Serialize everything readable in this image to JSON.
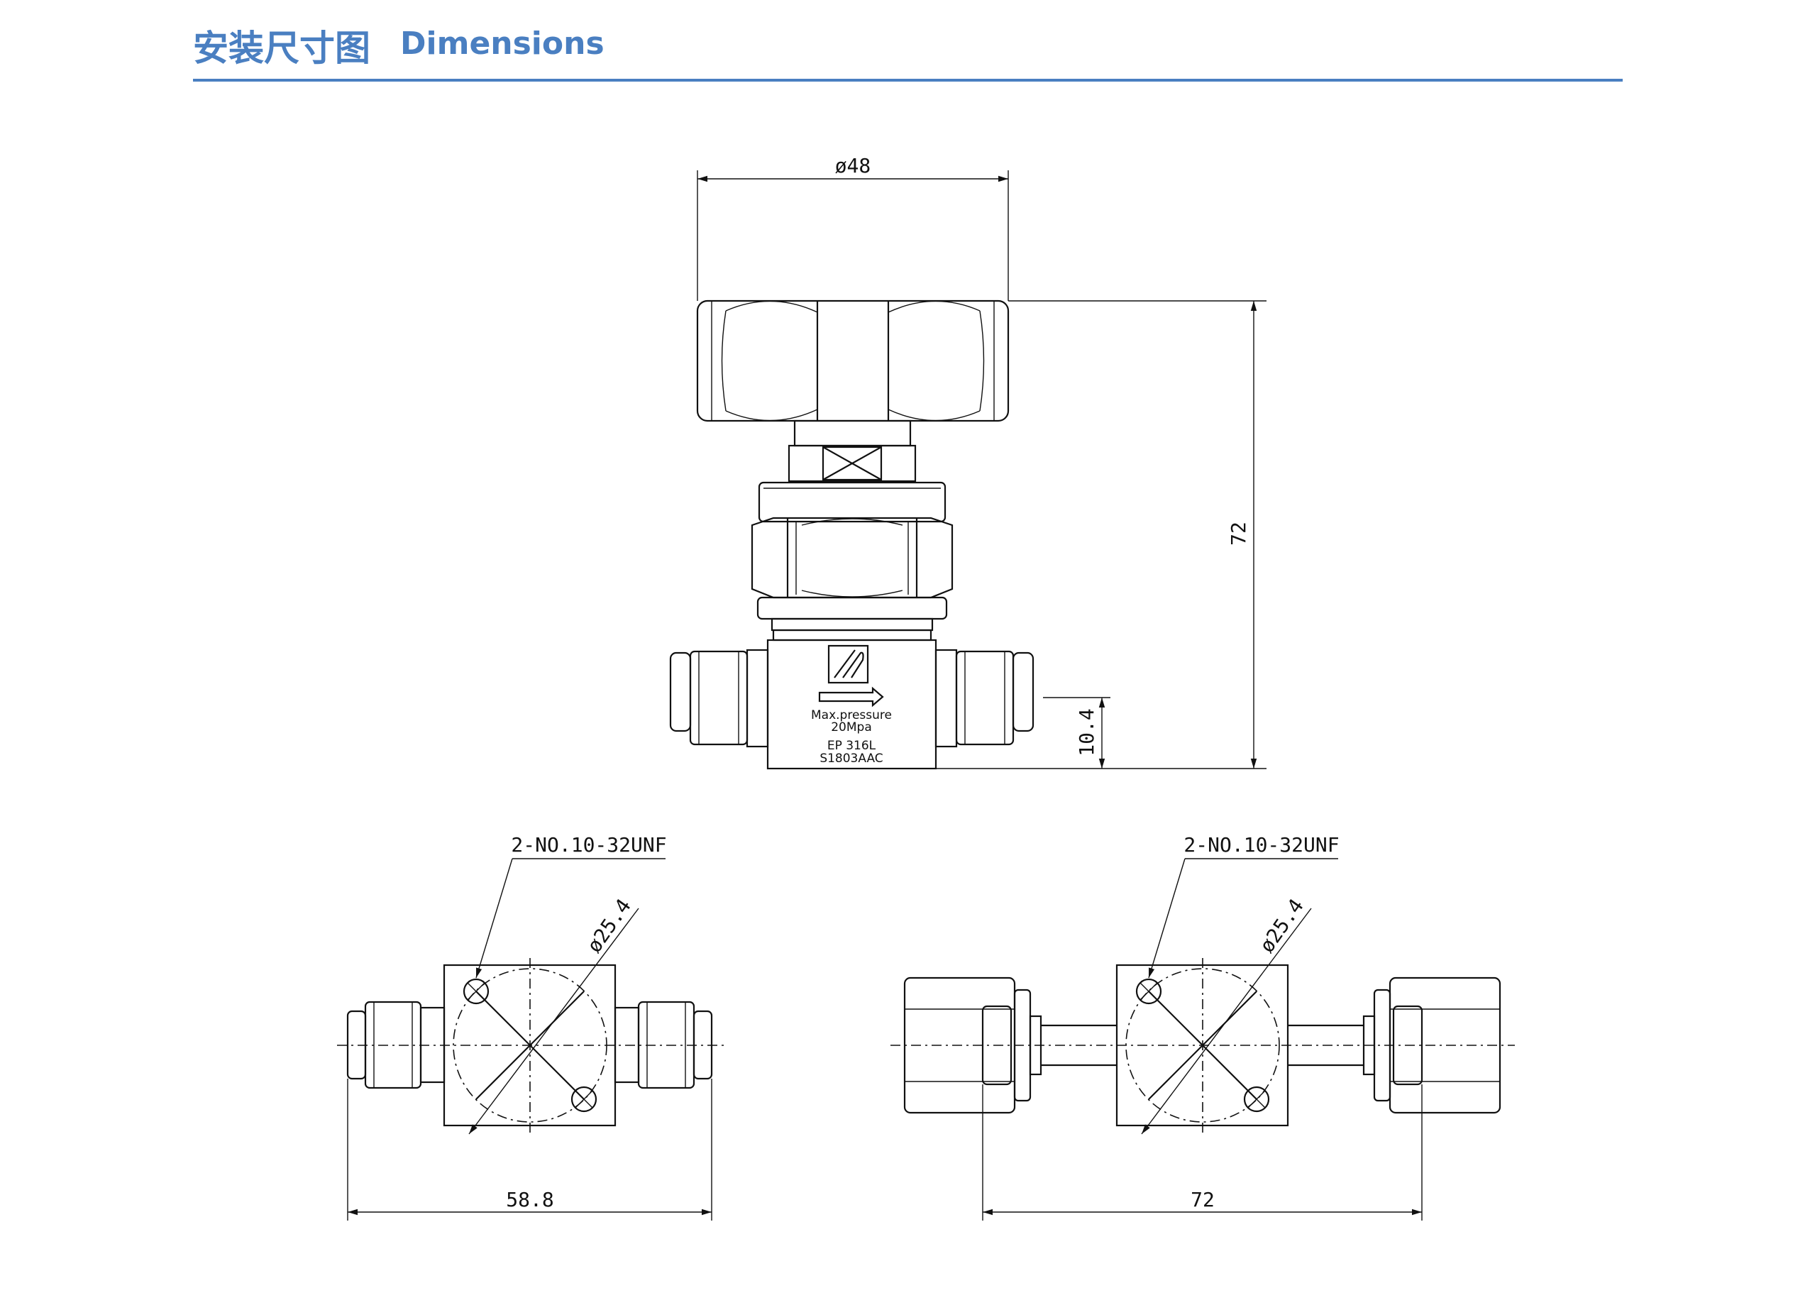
{
  "header": {
    "title_cn": "安装尺寸图",
    "title_en": "Dimensions",
    "accent_color": "#4a7fc1"
  },
  "front_view": {
    "dim_top": "ø48",
    "dim_height": "72",
    "dim_port": "10.4",
    "body_text": {
      "line1": "Max.pressure",
      "line2": "20Mpa",
      "line3": "EP  316L",
      "line4": "S1803AAC"
    }
  },
  "left_view": {
    "thread_label": "2-NO.10-32UNF",
    "circle_dim": "ø25.4",
    "width_dim": "58.8"
  },
  "right_view": {
    "thread_label": "2-NO.10-32UNF",
    "circle_dim": "ø25.4",
    "width_dim": "72"
  }
}
